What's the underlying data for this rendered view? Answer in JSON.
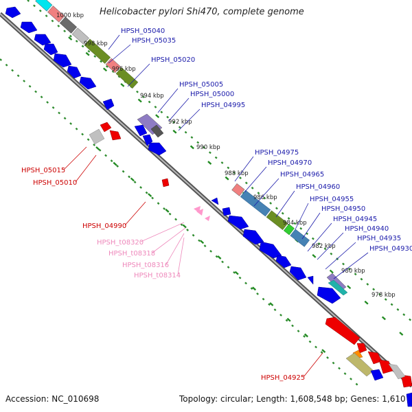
{
  "title": "Helicobacter pylori Shi470, complete genome",
  "footer": {
    "accession": "Accession: NC_010698",
    "topology": "Topology: circular; Length: 1,608,548 bp; Genes: 1,610"
  },
  "colors": {
    "forward_cds": "#0000ee",
    "reverse_cds": "#ee0000",
    "trna": "#ffaadd",
    "backbone": "#777777",
    "ticks": "#228b22",
    "label_blue": "#1a1aaa",
    "label_red": "#cc0000",
    "label_pink": "#ee88bb"
  },
  "scale_ticks": [
    "1000 kbp",
    "998 kbp",
    "996 kbp",
    "994 kbp",
    "992 kbp",
    "990 kbp",
    "988 kbp",
    "986 kbp",
    "984 kbp",
    "982 kbp",
    "980 kbp",
    "978 kbp"
  ],
  "gene_labels_forward": [
    "HPSH_05040",
    "HPSH_05035",
    "HPSH_05020",
    "HPSH_05005",
    "HPSH_05000",
    "HPSH_04995",
    "HPSH_04975",
    "HPSH_04970",
    "HPSH_04965",
    "HPSH_04960",
    "HPSH_04955",
    "HPSH_04950",
    "HPSH_04945",
    "HPSH_04940",
    "HPSH_04935",
    "HPSH_04930"
  ],
  "gene_labels_reverse": [
    "HPSH_05015",
    "HPSH_05010",
    "HPSH_04990",
    "HPSH_04925"
  ],
  "trna_labels": [
    "HPSH_t08320",
    "HPSH_t08318",
    "HPSH_t08316",
    "HPSH_t08314"
  ]
}
